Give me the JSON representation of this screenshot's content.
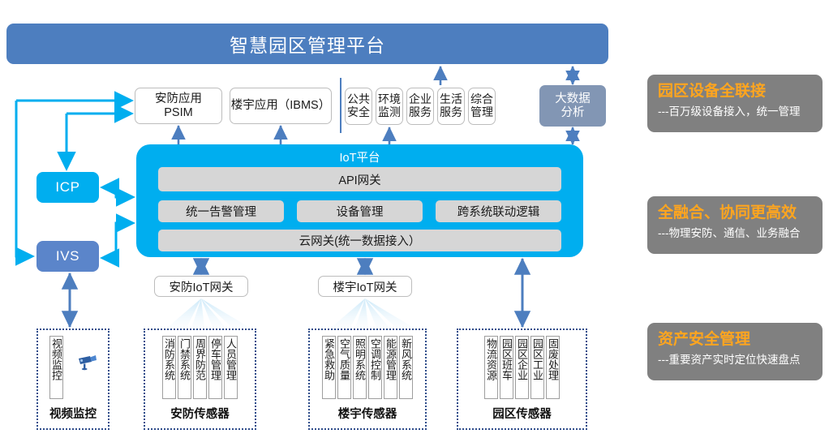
{
  "banner": {
    "title": "智慧园区管理平台"
  },
  "applications": {
    "psim": "安防应用\nPSIM",
    "psim_line1": "安防应用",
    "psim_line2": "PSIM",
    "ibms": "楼宇应用（IBMS）",
    "small_boxes": [
      {
        "line1": "公共",
        "line2": "安全"
      },
      {
        "line1": "环境",
        "line2": "监测"
      },
      {
        "line1": "企业",
        "line2": "服务"
      },
      {
        "line1": "生活",
        "line2": "服务"
      },
      {
        "line1": "综合",
        "line2": "管理"
      }
    ],
    "bigdata": {
      "line1": "大数据",
      "line2": "分析"
    }
  },
  "left_nodes": {
    "icp": "ICP",
    "ivs": "IVS"
  },
  "iot_platform": {
    "title": "IoT平台",
    "api_gateway": "API网关",
    "modules": [
      "统一告警管理",
      "设备管理",
      "跨系统联动逻辑"
    ],
    "cloud_gateway": "云网关(统一数据接入）"
  },
  "gateways": [
    {
      "label": "安防IoT网关"
    },
    {
      "label": "楼宇IoT网关"
    }
  ],
  "sensor_groups": [
    {
      "title": "视频监控",
      "items": [
        "视频监控"
      ],
      "icon": "cctv-camera-icon"
    },
    {
      "title": "安防传感器",
      "items": [
        "消防系统",
        "门禁系统",
        "周界防范",
        "停车管理",
        "人员管理"
      ]
    },
    {
      "title": "楼宇传感器",
      "items": [
        "紧急救助",
        "空气质量",
        "照明系统",
        "空调控制",
        "能源管理",
        "新风系统"
      ]
    },
    {
      "title": "园区传感器",
      "items": [
        "物流资源",
        "园区班车",
        "园区企业",
        "园区工业",
        "固废处理"
      ]
    }
  ],
  "info_panels": [
    {
      "title": "园区设备全联接",
      "subtitle": "---百万级设备接入，统一管理"
    },
    {
      "title": "全融合、协同更高效",
      "subtitle": "---物理安防、通信、业务融合"
    },
    {
      "title": "资产安全管理",
      "subtitle": "---重要资产实时定位快速盘点"
    }
  ],
  "colors": {
    "banner_blue": "#4D7EBF",
    "cyan": "#00AEEF",
    "slate_blue": "#5B85CA",
    "bigdata_gray_blue": "#8296B4",
    "inner_gray": "#D6D6D6",
    "panel_gray": "#808080",
    "panel_title_orange": "#FFA51E",
    "arrow_steel": "#4D7EBF",
    "group_border": "#2E4C8A"
  }
}
